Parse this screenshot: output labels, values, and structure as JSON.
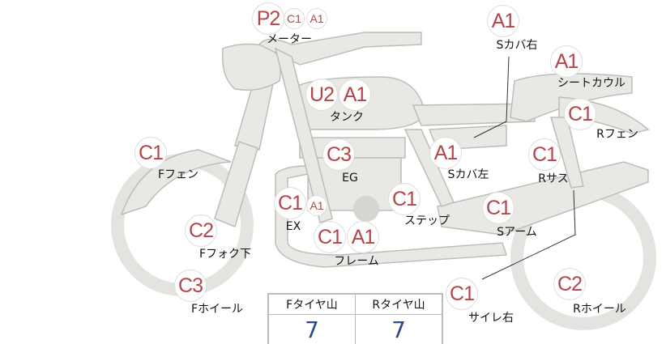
{
  "parts": {
    "meter": {
      "label": "メーター",
      "codes": [
        "P2",
        "C1",
        "A1"
      ]
    },
    "side_cover_right": {
      "label": "Sカバ右",
      "codes": [
        "A1"
      ]
    },
    "seat_cowl": {
      "label": "シートカウル",
      "codes": [
        "A1"
      ]
    },
    "rear_fender": {
      "label": "Rフェン",
      "codes": [
        "C1"
      ]
    },
    "tank": {
      "label": "タンク",
      "codes": [
        "U2",
        "A1"
      ]
    },
    "front_fender": {
      "label": "Fフェン",
      "codes": [
        "C1"
      ]
    },
    "engine": {
      "label": "EG",
      "codes": [
        "C3"
      ]
    },
    "side_cover_left": {
      "label": "Sカバ左",
      "codes": [
        "A1"
      ]
    },
    "rear_suspension": {
      "label": "Rサス",
      "codes": [
        "C1"
      ]
    },
    "exhaust": {
      "label": "EX",
      "codes": [
        "C1",
        "A1"
      ]
    },
    "step": {
      "label": "ステップ",
      "codes": [
        "C1"
      ]
    },
    "swing_arm": {
      "label": "Sアーム",
      "codes": [
        "C1"
      ]
    },
    "front_fork_lower": {
      "label": "Fフォク下",
      "codes": [
        "C2"
      ]
    },
    "frame": {
      "label": "フレーム",
      "codes": [
        "C1",
        "A1"
      ]
    },
    "front_wheel": {
      "label": "Fホイール",
      "codes": [
        "C3"
      ]
    },
    "silencer_right": {
      "label": "サイレ右",
      "codes": [
        "C1"
      ]
    },
    "rear_wheel": {
      "label": "Rホイール",
      "codes": [
        "C2"
      ]
    }
  },
  "tire_tread": {
    "front_label": "Fタイヤ山",
    "rear_label": "Rタイヤ山",
    "front_value": "7",
    "rear_value": "7"
  },
  "colors": {
    "code": "#b5454a",
    "value": "#2c4a8a",
    "body": "#e8e8e5"
  }
}
